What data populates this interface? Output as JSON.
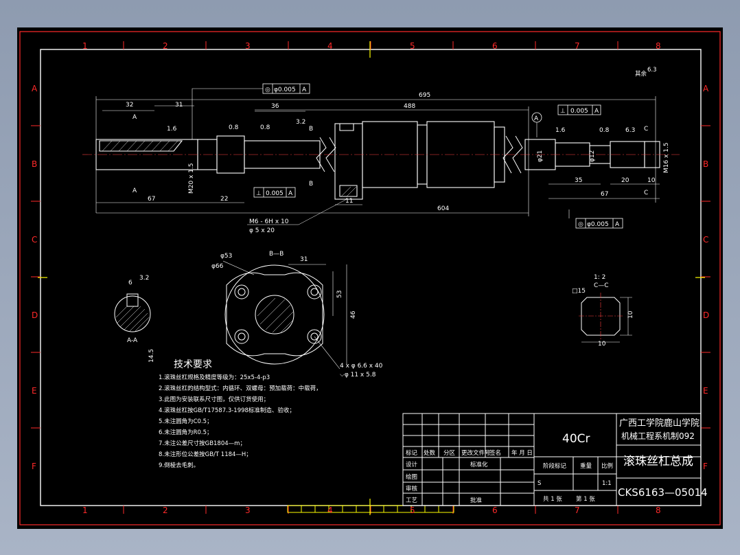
{
  "zones": {
    "columns": [
      "1",
      "2",
      "3",
      "4",
      "5",
      "6",
      "7",
      "8"
    ],
    "rows": [
      "A",
      "B",
      "C",
      "D",
      "E",
      "F"
    ]
  },
  "roughness_note": "其余",
  "roughness_value": "6.3",
  "dimensions": {
    "overall": "695",
    "d488": "488",
    "d32": "32",
    "d31": "31",
    "d36": "36",
    "d67_left": "67",
    "d22": "22",
    "d11": "11",
    "d604": "604",
    "d35": "35",
    "d20": "20",
    "d10": "10",
    "d67_right": "67",
    "m20": "M20 x 1.5",
    "m16": "M16 x 1.5",
    "m6": "M6 - 6H x 10",
    "hole5": "φ 5 x 20",
    "phi21": "φ21",
    "phi12": "φ12",
    "phi66": "φ66",
    "phi53": "φ53",
    "d53": "53",
    "d46": "46",
    "d31b": "31",
    "holes": "4 x φ 6.6 x 40",
    "cbore": "⌵φ 11 x 5.8",
    "d6": "6",
    "d145": "14.5",
    "d10b": "10",
    "d10c": "10",
    "sq15": "□15",
    "r08": "0.8",
    "r16": "1.6",
    "r32": "3.2",
    "r63": "6.3"
  },
  "tolerances": {
    "conc1": {
      "symbol": "◎",
      "value": "φ0.005",
      "datum": "A"
    },
    "perp1": {
      "symbol": "⊥",
      "value": "0.005",
      "datum": "A"
    },
    "perp2": {
      "symbol": "⊥",
      "value": "0.005",
      "datum": "A"
    },
    "conc2": {
      "symbol": "◎",
      "value": "φ0.005",
      "datum": "A"
    }
  },
  "section_labels": {
    "aa": "A-A",
    "bb": "B—B",
    "cc": "C—C",
    "cc_scale": "1: 2",
    "datum": "A",
    "a": "A",
    "b": "B",
    "c": "C"
  },
  "tech_requirements": {
    "title": "技术要求",
    "items": [
      "1.滚珠丝杠规格及精度等级为：25x5-4-p3",
      "2.滚珠丝杠的结构型式：内循环、双螺母：预加载荷：中载荷，",
      "3.此图为安装联系尺寸图，仅供订货使用；",
      "4.滚珠丝杠按GB/T17587.3-1998标准制造、验收；",
      "5.未注圆角为C0.5；",
      "6.未注圆角为R0.5；",
      "7.未注公差尺寸按GB1804—m；",
      "8.未注形位公差按GB/T 1184—H；",
      "9.倒棱去毛刺。"
    ]
  },
  "title_block": {
    "material": "40Cr",
    "school_line1": "广西工学院鹿山学院",
    "school_line2": "机械工程系机制092",
    "part_name": "滚珠丝杠总成",
    "drawing_no": "CKS6163—05014",
    "row_labels": [
      "标记",
      "处数",
      "分区",
      "更改文件号",
      "签名",
      "年 月 日"
    ],
    "design": "设计",
    "standardization": "标准化",
    "draw": "绘图",
    "check": "审核",
    "process": "工艺",
    "approve": "批准",
    "stage_mark": "阶段标记",
    "weight": "重量",
    "scale": "比例",
    "stage_value": "S",
    "scale_value": "1:1",
    "sheets": "共 1 张",
    "sheet_no": "第 1 张"
  }
}
